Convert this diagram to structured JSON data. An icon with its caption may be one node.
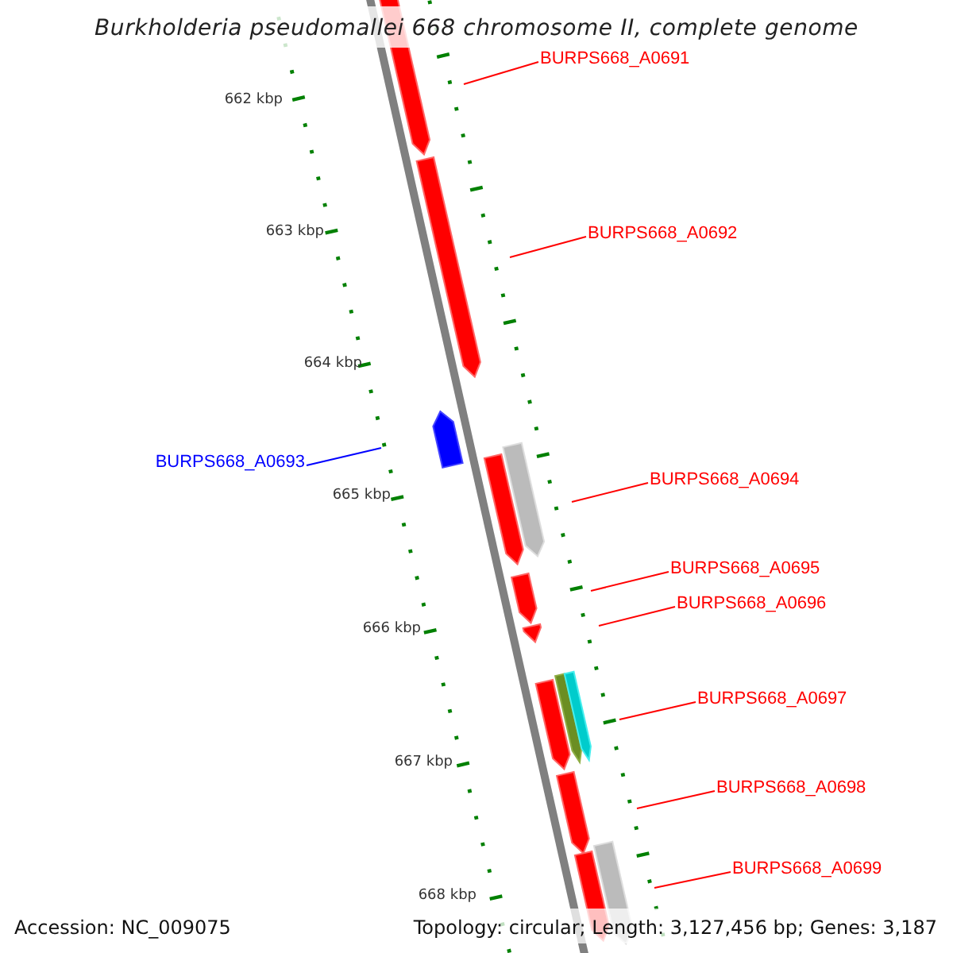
{
  "diagram": {
    "title": "Burkholderia pseudomallei 668 chromosome II, complete genome",
    "nodes": [
      {
        "text": [
          "BURPS668_A0691"
        ]
      },
      {
        "text": [
          "BURPS668_A0692"
        ]
      },
      {
        "text": [
          "BURPS668_A0693"
        ]
      },
      {
        "text": [
          "BURPS668_A0694"
        ]
      },
      {
        "text": [
          "BURPS668_A0695"
        ]
      },
      {
        "text": [
          "BURPS668_A0696"
        ]
      },
      {
        "text": [
          "BURPS668_A0697"
        ]
      },
      {
        "text": [
          "BURPS668_A0698"
        ]
      },
      {
        "text": [
          "BURPS668_A0699"
        ]
      }
    ],
    "edges": [
      {
        "from": 0,
        "to": null,
        "arrow": "none"
      },
      {
        "from": 1,
        "to": null,
        "arrow": "none"
      },
      {
        "from": 2,
        "to": null,
        "arrow": "none",
        "color": "#0000ff"
      },
      {
        "from": 3,
        "to": null,
        "arrow": "none"
      },
      {
        "from": 4,
        "to": null,
        "arrow": "none"
      },
      {
        "from": 5,
        "to": null,
        "arrow": "none"
      },
      {
        "from": 6,
        "to": null,
        "arrow": "none"
      },
      {
        "from": 7,
        "to": null,
        "arrow": "none"
      },
      {
        "from": 8,
        "to": null,
        "arrow": "none"
      }
    ],
    "labels": [
      "662 kbp",
      "663 kbp",
      "664 kbp",
      "665 kbp",
      "666 kbp",
      "667 kbp",
      "668 kbp",
      "Accession: NC_009075",
      "Topology: circular; Length: 3,127,456 bp; Genes: 3,187"
    ]
  }
}
